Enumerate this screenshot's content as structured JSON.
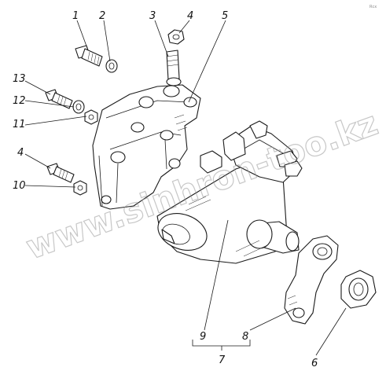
{
  "corner_mark": "Rcx",
  "watermark": "www.sinhron-too.kz",
  "callouts": [
    {
      "id": "1",
      "label": "1"
    },
    {
      "id": "2",
      "label": "2"
    },
    {
      "id": "3",
      "label": "3"
    },
    {
      "id": "4a",
      "label": "4"
    },
    {
      "id": "5",
      "label": "5"
    },
    {
      "id": "13",
      "label": "13"
    },
    {
      "id": "12",
      "label": "12"
    },
    {
      "id": "11",
      "label": "11"
    },
    {
      "id": "4b",
      "label": "4"
    },
    {
      "id": "10",
      "label": "10"
    },
    {
      "id": "9",
      "label": "9"
    },
    {
      "id": "8",
      "label": "8"
    },
    {
      "id": "7",
      "label": "7"
    },
    {
      "id": "6",
      "label": "6"
    }
  ]
}
